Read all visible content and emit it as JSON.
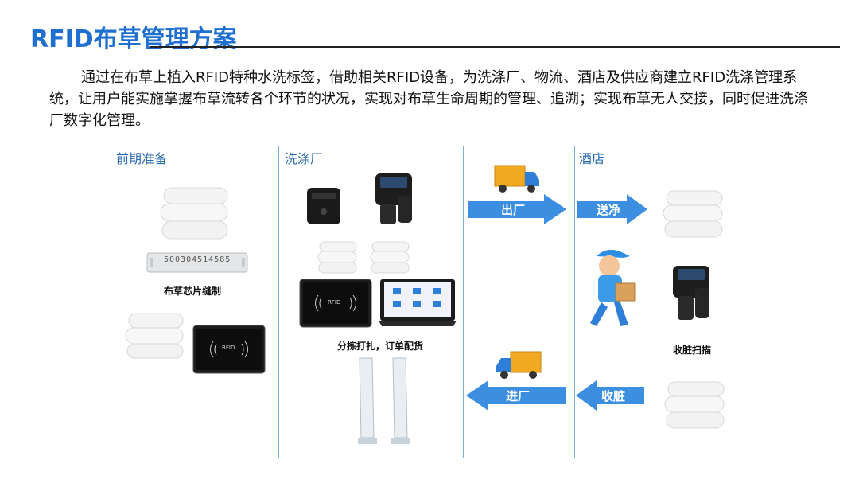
{
  "header": {
    "title": "RFID布草管理方案"
  },
  "intro": {
    "text": "通过在布草上植入RFID特种水洗标签，借助相关RFID设备，为洗涤厂、物流、酒店及供应商建立RFID洗涤管理系统，让用户能实施掌握布草流转各个环节的状况，实现对布草生命周期的管理、追溯；实现布草无人交接，同时促进洗涤厂数字化管理。"
  },
  "sections": {
    "prep": "前期准备",
    "laundry": "洗涤厂",
    "hotel": "酒店"
  },
  "captions": {
    "chip_sewing": "布草芯片缝制",
    "sorting": "分拣打扎，订单配货",
    "dirty_scan": "收脏扫描"
  },
  "tag_text": "500304514585",
  "reader_label": "RFID",
  "arrows": {
    "out_factory": "出厂",
    "send_clean": "送净",
    "in_factory": "进厂",
    "collect_dirty": "收脏"
  },
  "colors": {
    "title": "#1e6fd0",
    "section": "#2b6cb0",
    "arrow": "#3c8fe0",
    "divider": "#7ab0d9",
    "truck": "#f2a922"
  }
}
